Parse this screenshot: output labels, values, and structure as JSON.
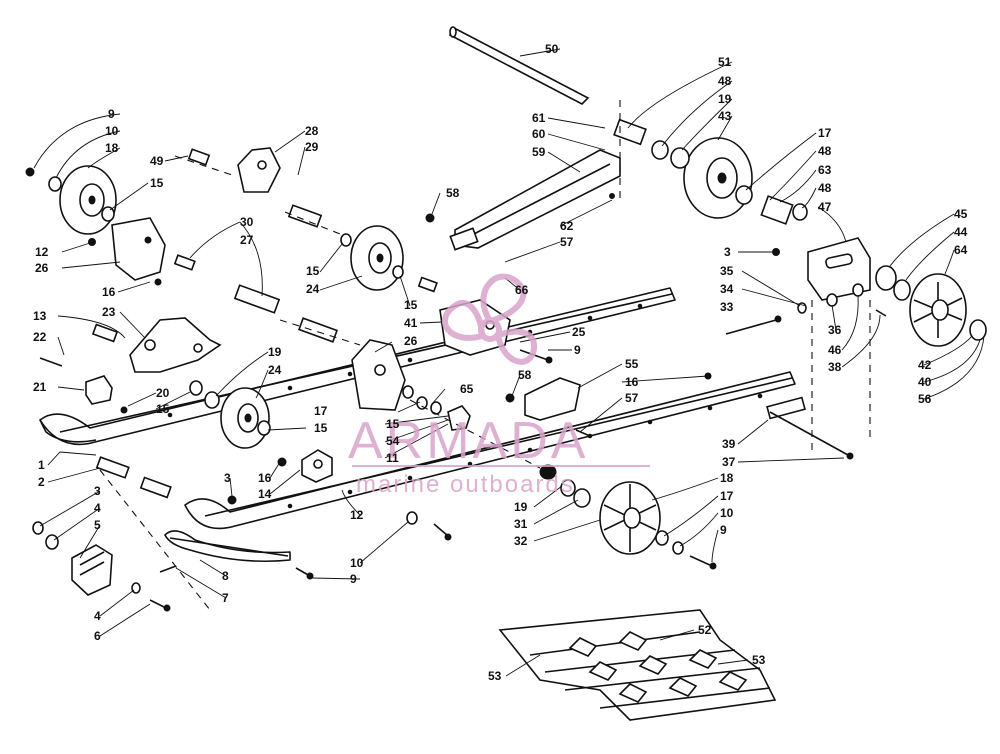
{
  "diagram": {
    "callouts": [
      {
        "n": "9"
      },
      {
        "n": "10"
      },
      {
        "n": "18"
      },
      {
        "n": "15"
      },
      {
        "n": "12"
      },
      {
        "n": "26"
      },
      {
        "n": "16"
      },
      {
        "n": "13"
      },
      {
        "n": "22"
      },
      {
        "n": "21"
      },
      {
        "n": "23"
      },
      {
        "n": "20"
      },
      {
        "n": "15"
      },
      {
        "n": "19"
      },
      {
        "n": "24"
      },
      {
        "n": "49"
      },
      {
        "n": "28"
      },
      {
        "n": "29"
      },
      {
        "n": "30"
      },
      {
        "n": "27"
      },
      {
        "n": "15"
      },
      {
        "n": "24"
      },
      {
        "n": "15"
      },
      {
        "n": "41"
      },
      {
        "n": "26"
      },
      {
        "n": "17"
      },
      {
        "n": "15"
      },
      {
        "n": "65"
      },
      {
        "n": "15"
      },
      {
        "n": "54"
      },
      {
        "n": "11"
      },
      {
        "n": "50"
      },
      {
        "n": "61"
      },
      {
        "n": "60"
      },
      {
        "n": "59"
      },
      {
        "n": "58"
      },
      {
        "n": "62"
      },
      {
        "n": "57"
      },
      {
        "n": "66"
      },
      {
        "n": "25"
      },
      {
        "n": "9"
      },
      {
        "n": "58"
      },
      {
        "n": "55"
      },
      {
        "n": "16"
      },
      {
        "n": "57"
      },
      {
        "n": "51"
      },
      {
        "n": "48"
      },
      {
        "n": "19"
      },
      {
        "n": "43"
      },
      {
        "n": "17"
      },
      {
        "n": "48"
      },
      {
        "n": "63"
      },
      {
        "n": "48"
      },
      {
        "n": "47"
      },
      {
        "n": "3"
      },
      {
        "n": "35"
      },
      {
        "n": "34"
      },
      {
        "n": "33"
      },
      {
        "n": "36"
      },
      {
        "n": "46"
      },
      {
        "n": "38"
      },
      {
        "n": "45"
      },
      {
        "n": "44"
      },
      {
        "n": "64"
      },
      {
        "n": "42"
      },
      {
        "n": "40"
      },
      {
        "n": "56"
      },
      {
        "n": "39"
      },
      {
        "n": "37"
      },
      {
        "n": "1"
      },
      {
        "n": "2"
      },
      {
        "n": "3"
      },
      {
        "n": "16"
      },
      {
        "n": "14"
      },
      {
        "n": "12"
      },
      {
        "n": "10"
      },
      {
        "n": "9"
      },
      {
        "n": "3"
      },
      {
        "n": "4"
      },
      {
        "n": "5"
      },
      {
        "n": "8"
      },
      {
        "n": "7"
      },
      {
        "n": "4"
      },
      {
        "n": "6"
      },
      {
        "n": "19"
      },
      {
        "n": "31"
      },
      {
        "n": "32"
      },
      {
        "n": "18"
      },
      {
        "n": "17"
      },
      {
        "n": "10"
      },
      {
        "n": "9"
      },
      {
        "n": "52"
      },
      {
        "n": "53"
      },
      {
        "n": "53"
      }
    ]
  },
  "watermark": {
    "brand": "ARMADA",
    "tagline": "marine outboards",
    "color": "#d9a3c9"
  }
}
